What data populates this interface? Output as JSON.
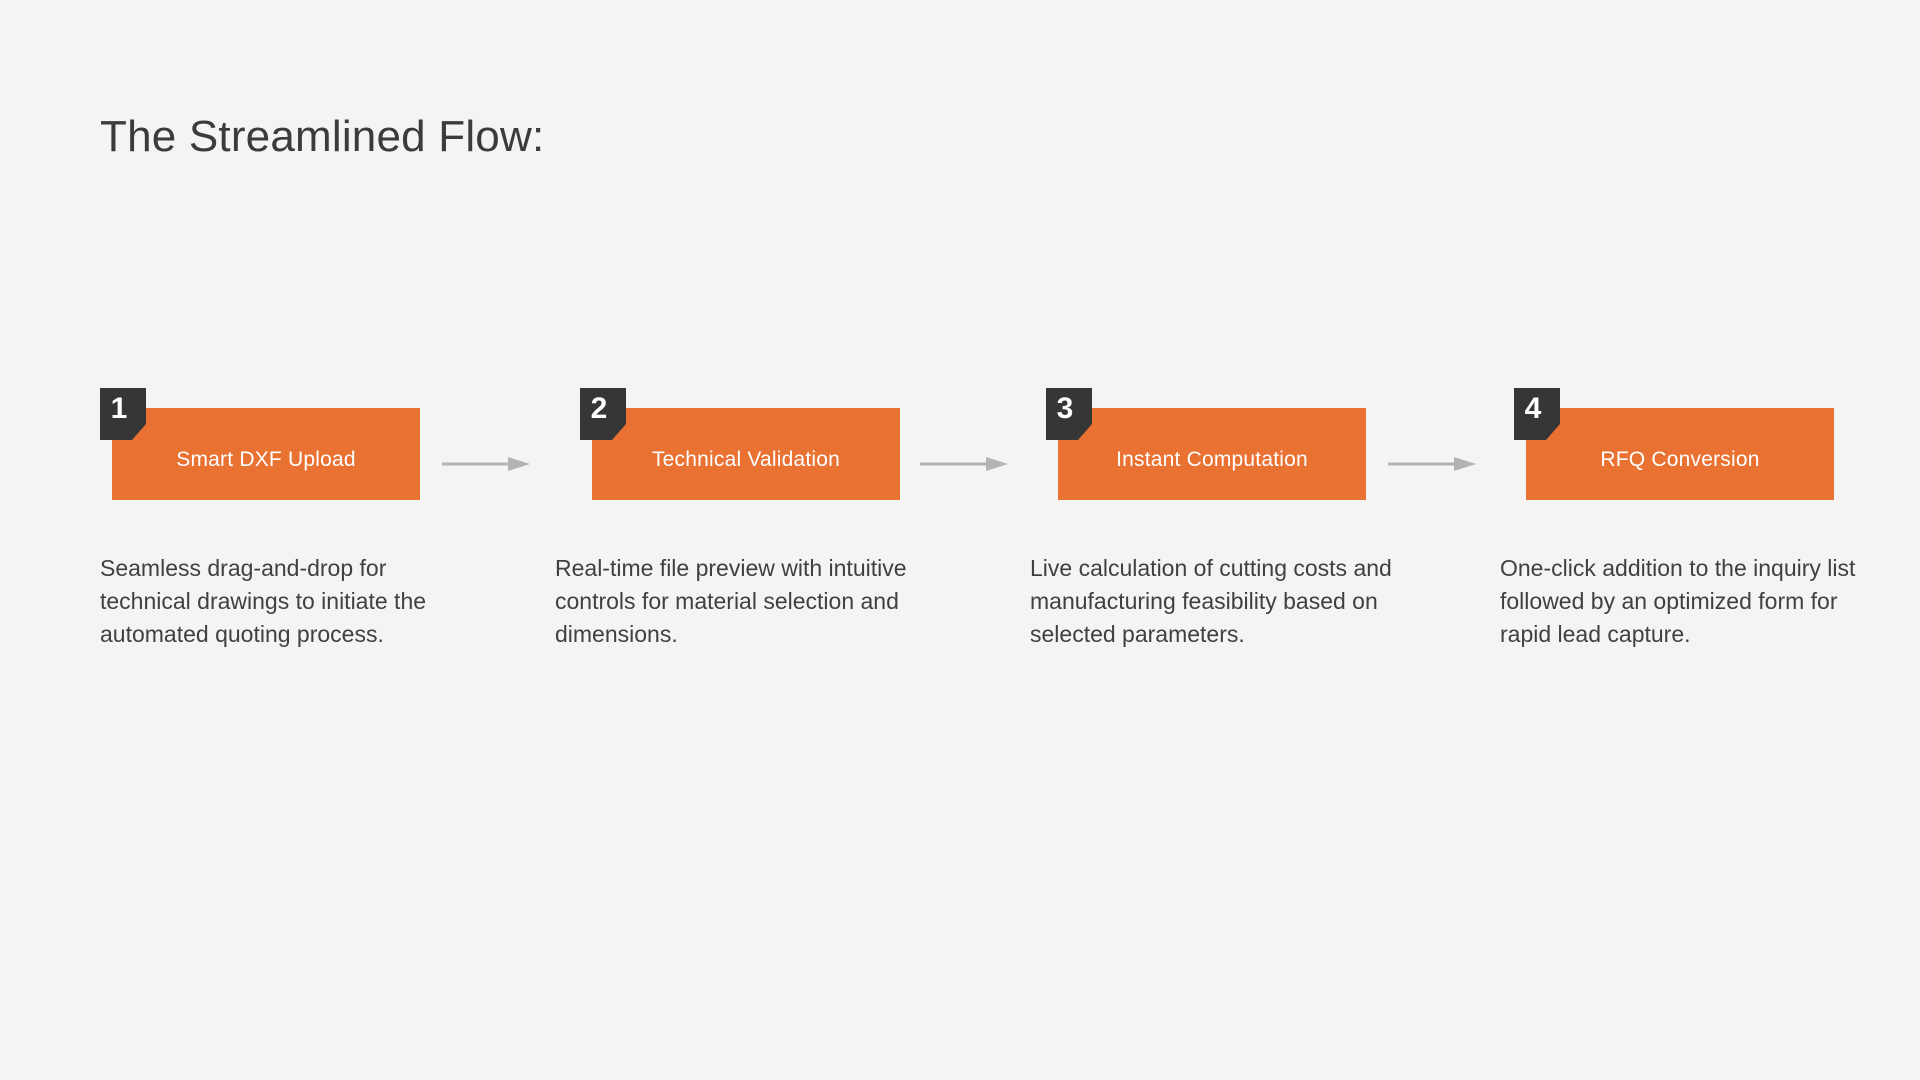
{
  "page": {
    "title": "The Streamlined Flow:",
    "background_color": "#f4f4f3",
    "accent_color": "#e97132",
    "badge_color": "#363636",
    "text_color": "#404040",
    "arrow_color": "#b3b3b3"
  },
  "steps": [
    {
      "number": "1",
      "label": "Smart DXF Upload",
      "description": "Seamless drag-and-drop for technical drawings to initiate the automated quoting process."
    },
    {
      "number": "2",
      "label": "Technical Validation",
      "description": "Real-time file preview with intuitive controls for material selection and dimensions."
    },
    {
      "number": "3",
      "label": "Instant Computation",
      "description": "Live calculation of cutting costs and manufacturing feasibility based on selected parameters."
    },
    {
      "number": "4",
      "label": "RFQ Conversion",
      "description": "One-click addition to the inquiry list followed by an optimized form for rapid lead capture."
    }
  ],
  "connectors": [
    {
      "name": "arrow-step1-to-step2"
    },
    {
      "name": "arrow-step2-to-step3"
    },
    {
      "name": "arrow-step3-to-step4"
    }
  ]
}
